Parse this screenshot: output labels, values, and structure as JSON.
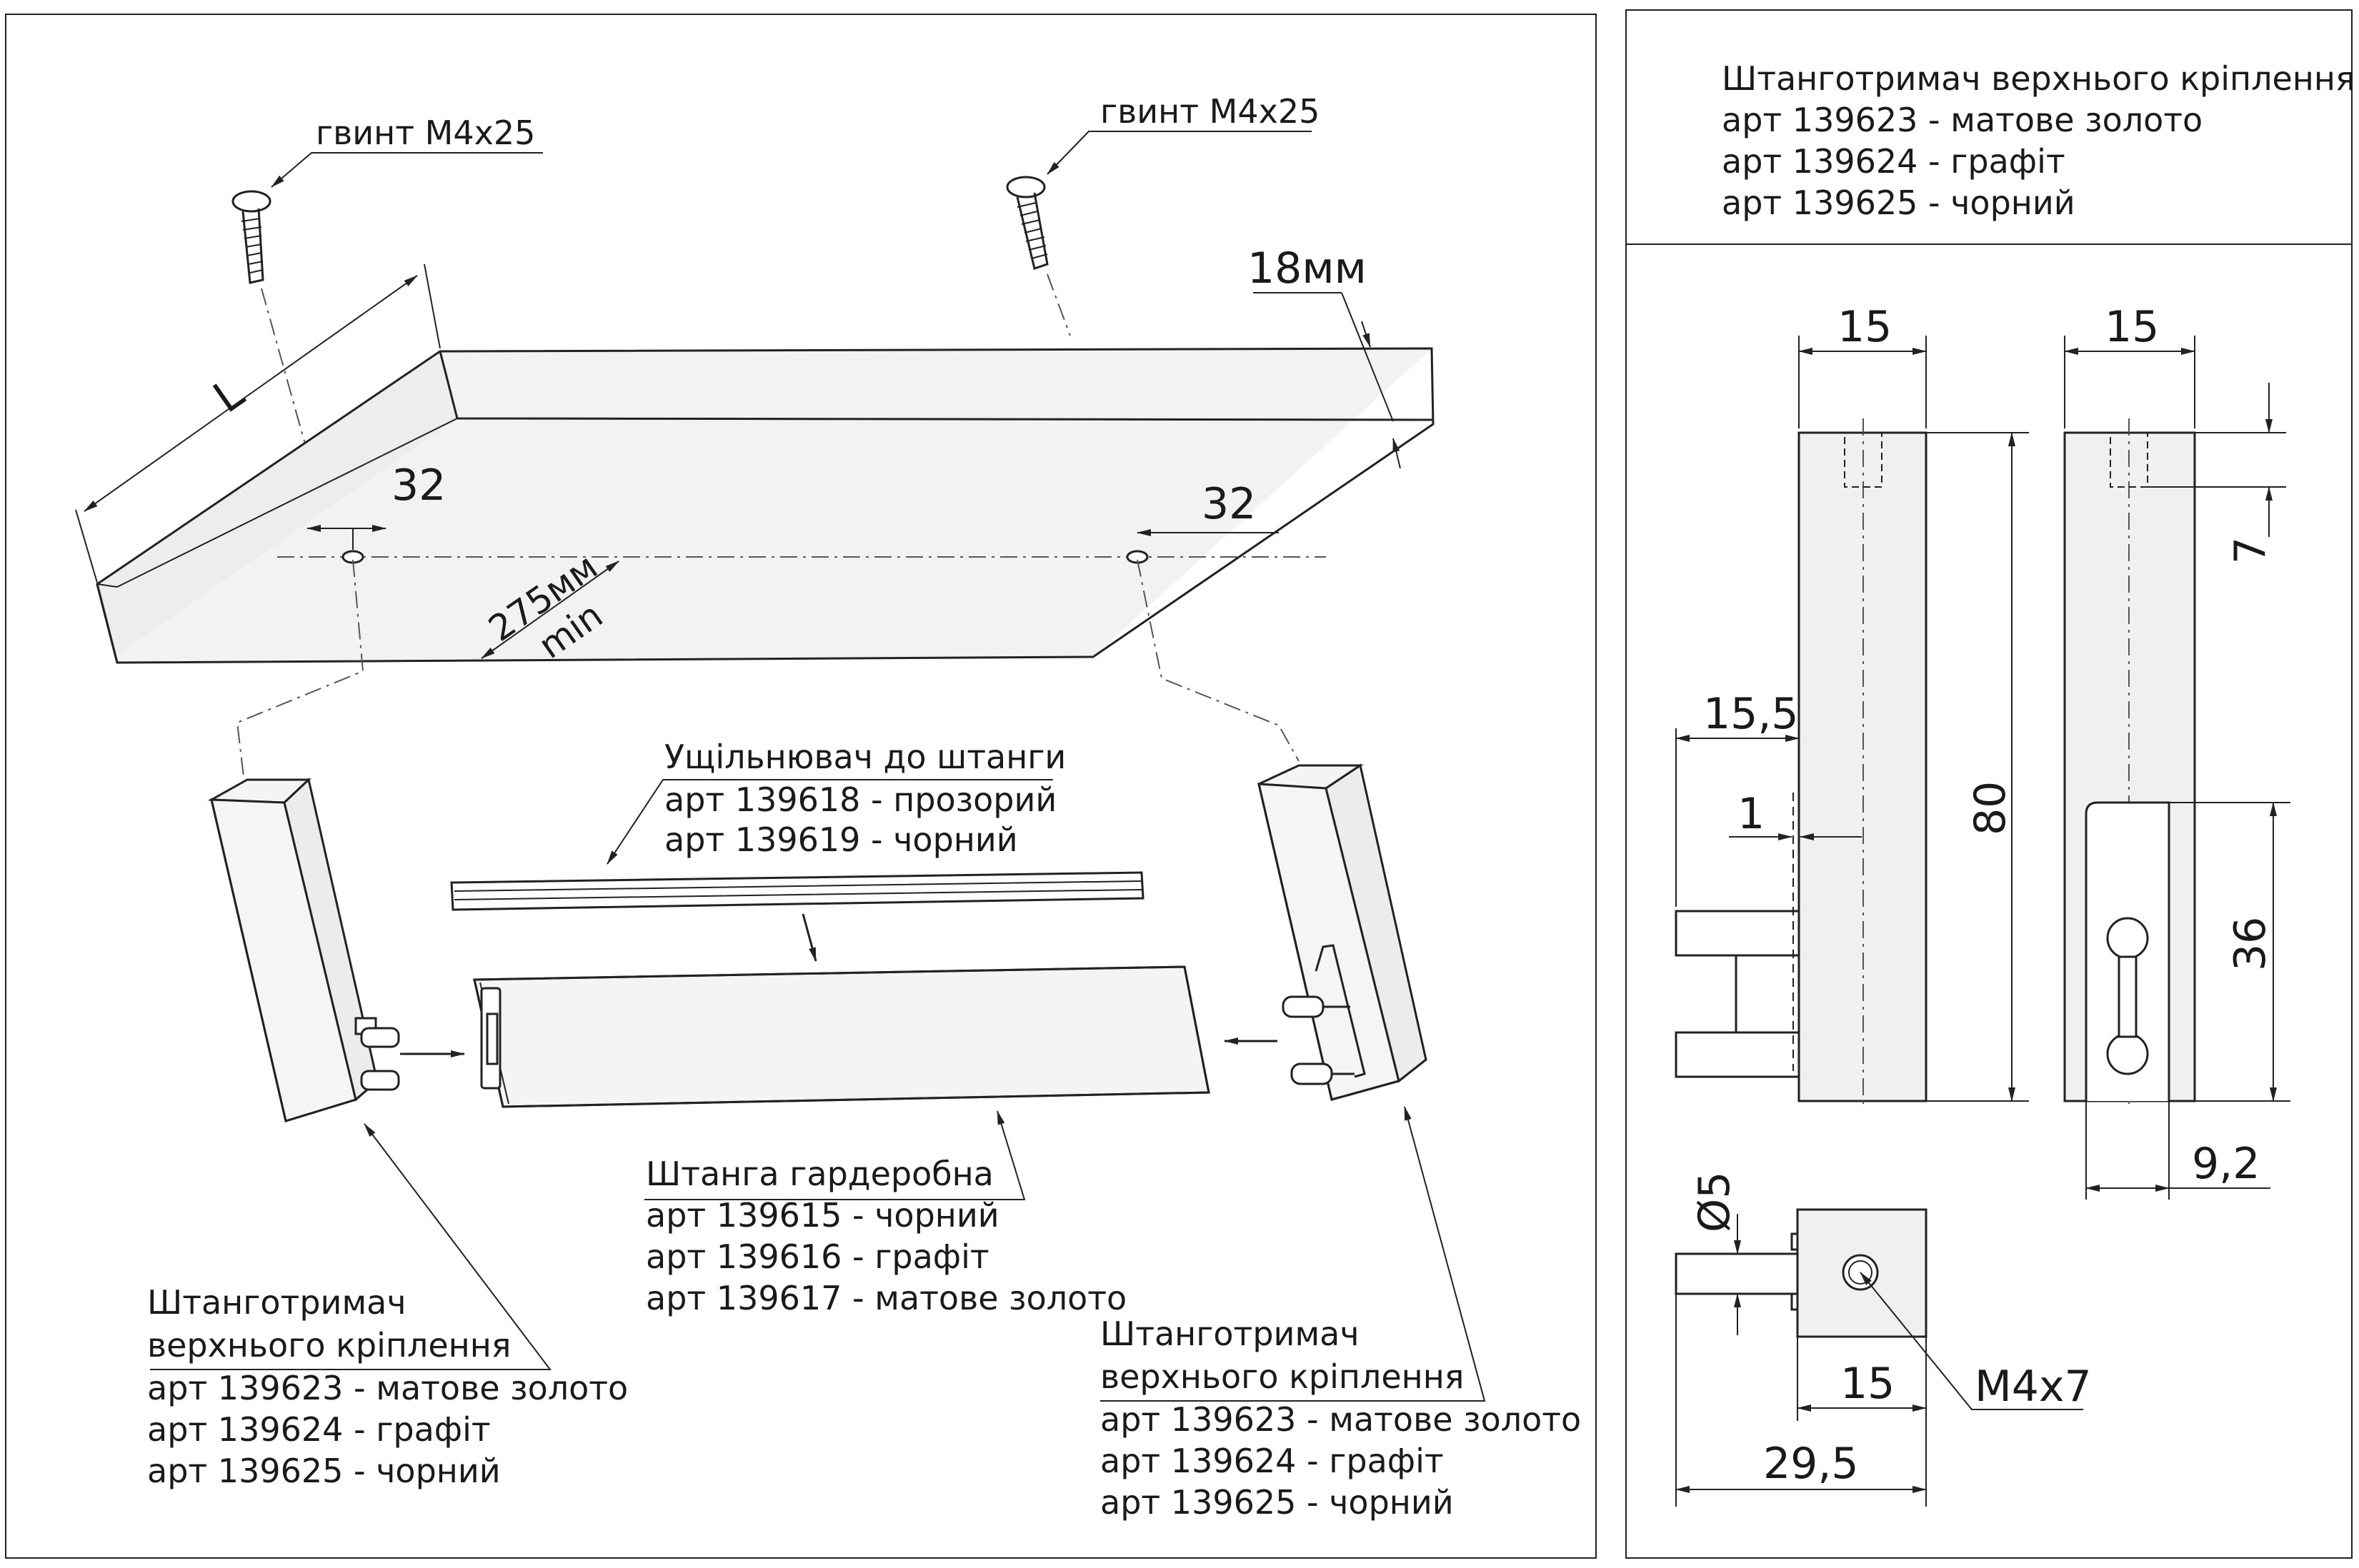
{
  "left_panel": {
    "screw_label_left": "гвинт M4x25",
    "screw_label_right": "гвинт M4x25",
    "dim_L": "L",
    "dim_thickness": "18мм",
    "dim_32_left": "32",
    "dim_32_right": "32",
    "dim_min_1": "275мм",
    "dim_min_2": "min",
    "seal": {
      "title": "Ущільнювач до штанги",
      "lines": [
        "арт 139618 - прозорий",
        "арт 139619 - чорний"
      ]
    },
    "rod": {
      "title": "Штанга гардеробна",
      "lines": [
        "арт 139615 - чорний",
        "арт 139616 - графіт",
        "арт 139617 - матове золото"
      ]
    },
    "holder_left": {
      "title_1": "Штанготримач",
      "title_2": "верхнього кріплення",
      "lines": [
        "арт 139623 - матове золото",
        "арт 139624 - графіт",
        "арт 139625 - чорний"
      ]
    },
    "holder_right": {
      "title_1": "Штанготримач",
      "title_2": "верхнього кріплення",
      "lines": [
        "арт 139623 - матове золото",
        "арт 139624 - графіт",
        "арт 139625 - чорний"
      ]
    }
  },
  "right_panel": {
    "header": {
      "title": "Штанготримач верхнього кріплення",
      "lines": [
        "арт 139623 - матове золото",
        "арт 139624 - графіт",
        "арт 139625 - чорний"
      ]
    },
    "dims": {
      "front_width": "15",
      "side_width": "15",
      "height": "80",
      "offset": "15,5",
      "gap": "1",
      "hole_depth": "7",
      "slot_len": "36",
      "slot_offset": "9,2",
      "pin_dia": "Ø5",
      "top_width": "15",
      "total_len": "29,5",
      "thread": "M4x7"
    }
  }
}
